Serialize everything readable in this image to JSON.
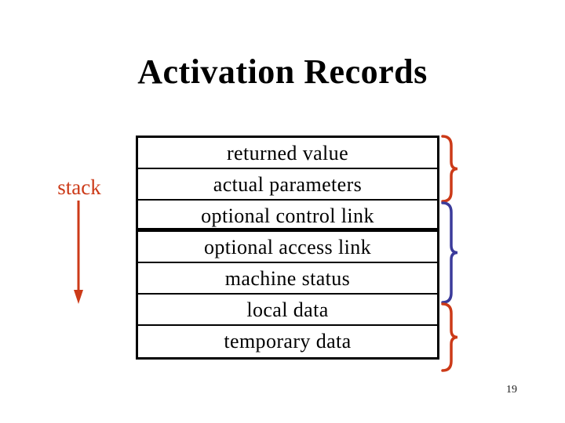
{
  "slide": {
    "title": "Activation Records",
    "page_number": "19"
  },
  "stack_pointer": {
    "label": "stack",
    "direction": "down"
  },
  "activation_record": {
    "fields": [
      "returned value",
      "actual parameters",
      "optional control link",
      "optional access link",
      "machine status",
      "local data",
      "temporary data"
    ],
    "thick_divider_after_field": 3
  },
  "braces": [
    {
      "from_field": 1,
      "to_field": 2,
      "color": "#CC3A18"
    },
    {
      "from_field": 3,
      "to_field": 5,
      "color": "#3B3B9B"
    },
    {
      "from_field": 6,
      "to_field": 7,
      "color": "#CC3A18"
    }
  ],
  "colors": {
    "accent_red": "#CC3A18",
    "accent_blue": "#3B3B9B",
    "text": "#000000",
    "background": "#FFFFFF"
  }
}
